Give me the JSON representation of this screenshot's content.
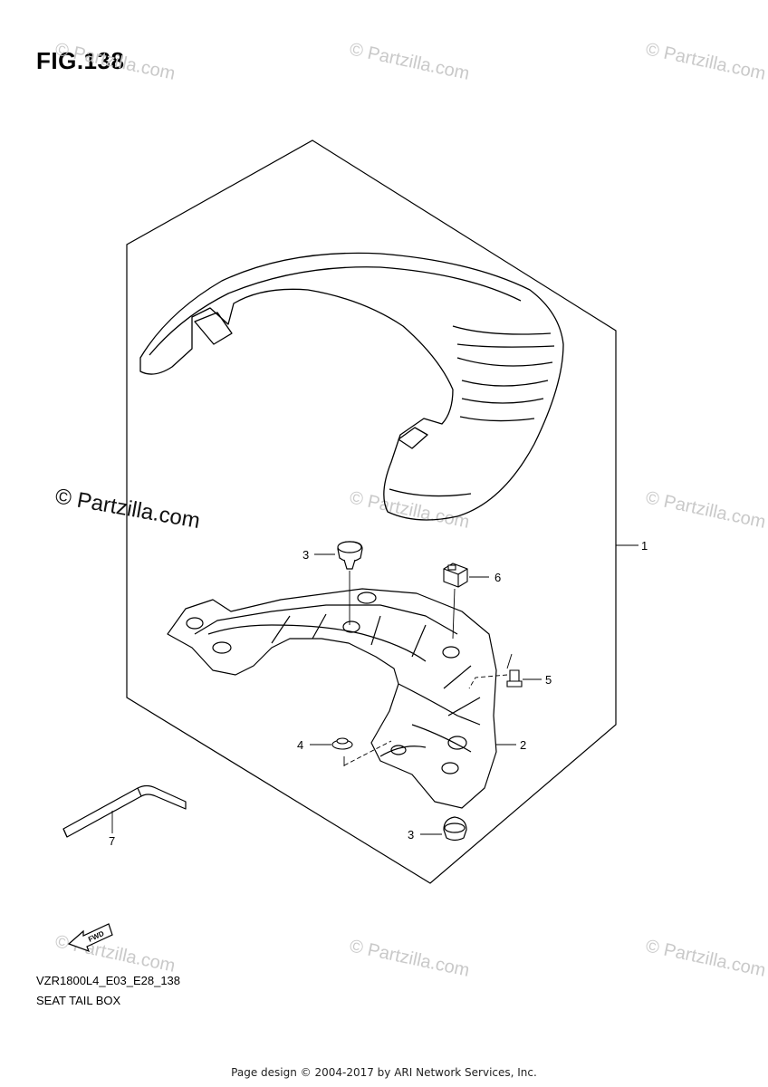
{
  "figure": {
    "title": "FIG.138"
  },
  "callouts": [
    "1",
    "2",
    "3",
    "3",
    "4",
    "5",
    "6",
    "7"
  ],
  "watermarks": {
    "light": "© Partzilla.com",
    "dark": "© Partzilla.com"
  },
  "fwd_label": "FWD",
  "diagram_code": "VZR1800L4_E03_E28_138",
  "diagram_name": "SEAT TAIL BOX",
  "footer": "Page design © 2004-2017 by ARI Network Services, Inc."
}
